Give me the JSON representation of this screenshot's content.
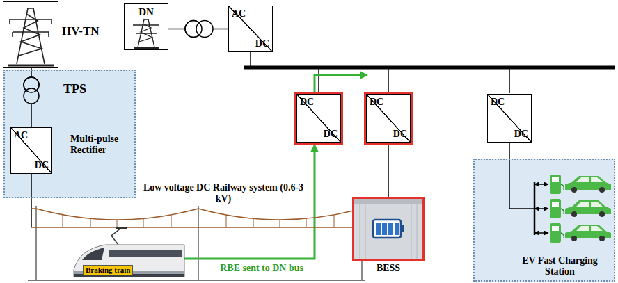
{
  "diagram": {
    "nodes": [
      {
        "text": [
          "HV-TN"
        ]
      },
      {
        "text": [
          "TPS"
        ]
      },
      {
        "text": [
          "AC",
          "DC",
          "Multi-pulse Rectifier"
        ],
        "in": 1
      },
      {
        "text": [
          "DN"
        ]
      },
      {
        "text": [
          "AC",
          "DC"
        ]
      },
      {
        "text": [
          "DC",
          "DC"
        ]
      },
      {
        "text": [
          "DC",
          "DC"
        ]
      },
      {
        "text": [
          "DC",
          "DC"
        ]
      },
      {
        "text": [
          "Low voltage DC Railway system (0.6-3 kV)"
        ]
      },
      {
        "text": [
          "Braking train"
        ],
        "in": 8
      },
      {
        "text": [
          "BESS"
        ]
      },
      {
        "text": [
          "EV Fast Charging Station"
        ]
      }
    ],
    "edges": [
      {
        "from": 0,
        "to": 2,
        "arrow": "none"
      },
      {
        "from": 2,
        "to": 8,
        "arrow": "none"
      },
      {
        "from": 3,
        "to": 4,
        "arrow": "none"
      },
      {
        "from": 9,
        "to": 5,
        "arrow": "to",
        "label": "RBE sent to DN bus"
      },
      {
        "from": 6,
        "to": 10,
        "arrow": "none"
      },
      {
        "from": 7,
        "to": 11,
        "arrow": "none"
      }
    ]
  }
}
